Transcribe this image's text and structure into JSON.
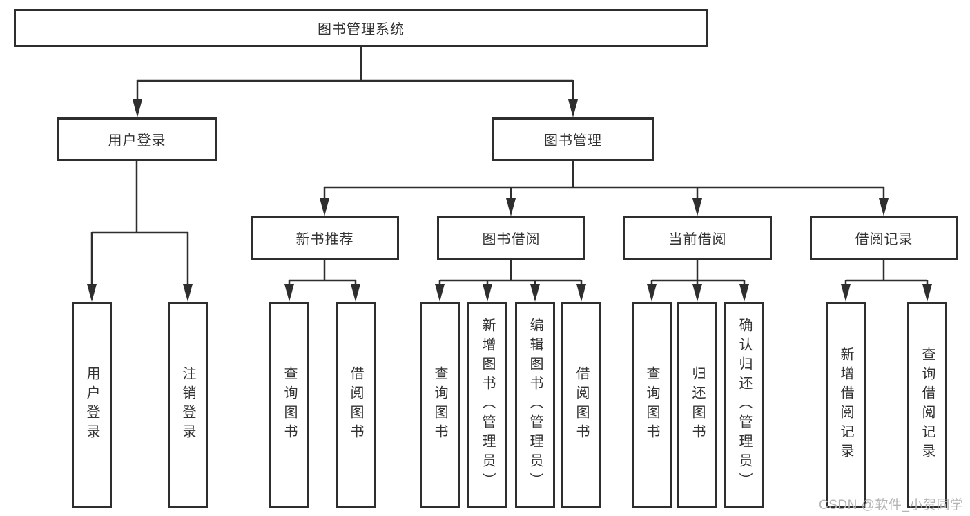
{
  "tree": {
    "label": "图书管理系统",
    "children": [
      {
        "label": "用户登录",
        "children": [
          {
            "label": "用户登录"
          },
          {
            "label": "注销登录"
          }
        ]
      },
      {
        "label": "图书管理",
        "children": [
          {
            "label": "新书推荐",
            "children": [
              {
                "label": "查询图书"
              },
              {
                "label": "借阅图书"
              }
            ]
          },
          {
            "label": "图书借阅",
            "children": [
              {
                "label": "查询图书"
              },
              {
                "label": "新增图书（管理员）"
              },
              {
                "label": "编辑图书（管理员）"
              },
              {
                "label": "借阅图书"
              }
            ]
          },
          {
            "label": "当前借阅",
            "children": [
              {
                "label": "查询图书"
              },
              {
                "label": "归还图书"
              },
              {
                "label": "确认归还（管理员）"
              }
            ]
          },
          {
            "label": "借阅记录",
            "children": [
              {
                "label": "新增借阅记录"
              },
              {
                "label": "查询借阅记录"
              }
            ]
          }
        ]
      }
    ]
  },
  "watermark": {
    "text": "CSDN @软件_小贺同学"
  },
  "colors": {
    "line": "#2e2e2e",
    "box_border": "#2e2e2e",
    "box_background": "#ffffff",
    "text": "#333333",
    "watermark": "#b4b4b4"
  }
}
